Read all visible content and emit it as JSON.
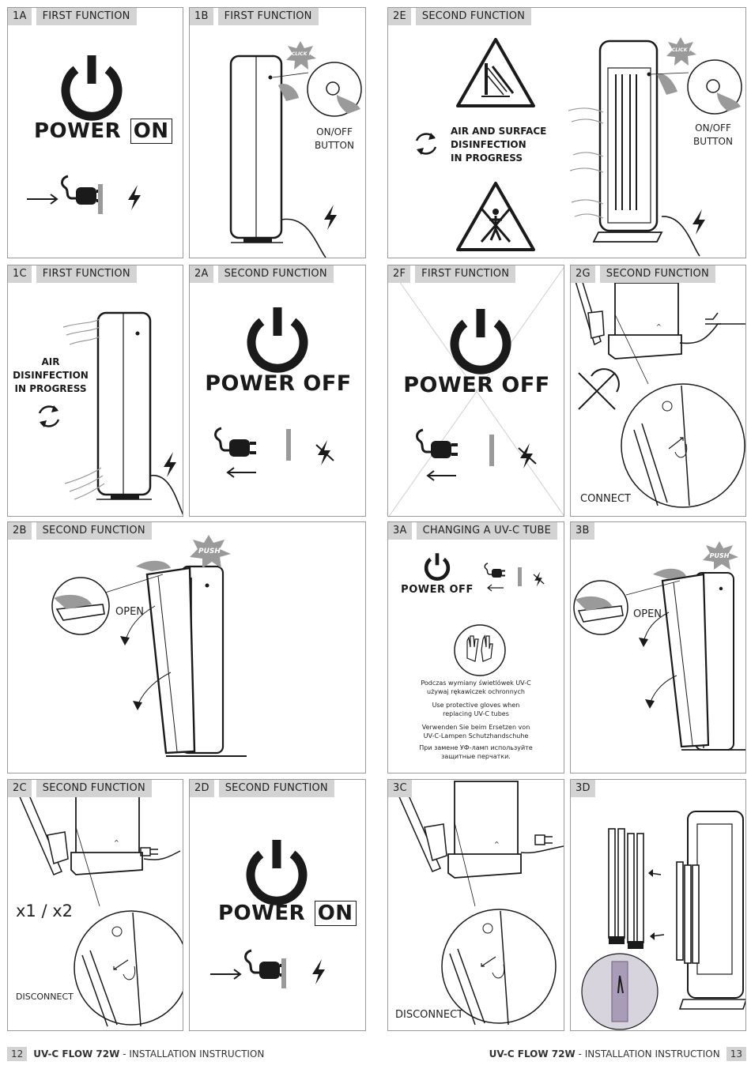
{
  "panels": {
    "p1a": {
      "id": "1A",
      "title": "FIRST FUNCTION",
      "power_word": "POWER",
      "power_state": "ON"
    },
    "p1b": {
      "id": "1B",
      "title": "FIRST FUNCTION",
      "click": "CLICK !",
      "button_label_1": "ON/OFF",
      "button_label_2": "BUTTON"
    },
    "p2e": {
      "id": "2E",
      "title": "SECOND FUNCTION",
      "status_1": "AIR AND SURFACE",
      "status_2": "DISINFECTION",
      "status_3": "IN PROGRESS",
      "click": "CLICK !",
      "button_label_1": "ON/OFF",
      "button_label_2": "BUTTON"
    },
    "p1c": {
      "id": "1C",
      "title": "FIRST FUNCTION",
      "status_1": "AIR",
      "status_2": "DISINFECTION",
      "status_3": "IN PROGRESS"
    },
    "p2a": {
      "id": "2A",
      "title": "SECOND FUNCTION",
      "power_text": "POWER OFF"
    },
    "p2f": {
      "id": "2F",
      "title": "FIRST FUNCTION",
      "power_text": "POWER OFF"
    },
    "p2g": {
      "id": "2G",
      "title": "SECOND FUNCTION",
      "action": "CONNECT"
    },
    "p2b": {
      "id": "2B",
      "title": "SECOND FUNCTION",
      "push": "PUSH",
      "open": "OPEN"
    },
    "p3a": {
      "id": "3A",
      "title": "CHANGING A UV-C TUBE",
      "power_text": "POWER OFF",
      "glove_pl_1": "Podczas wymiany świetlówek UV-C",
      "glove_pl_2": "używaj rękawiczek ochronnych",
      "glove_en_1": "Use protective gloves when",
      "glove_en_2": "replacing UV-C tubes",
      "glove_de_1": "Verwenden Sie beim Ersetzen von",
      "glove_de_2": "UV-C-Lampen Schutzhandschuhe",
      "glove_ru_1": "При замене УФ-ламп используйте",
      "glove_ru_2": "защитные перчатки."
    },
    "p3b": {
      "id": "3B",
      "title": "",
      "push": "PUSH",
      "open": "OPEN"
    },
    "p2c": {
      "id": "2C",
      "title": "SECOND FUNCTION",
      "count": "x1 / x2",
      "action": "DISCONNECT"
    },
    "p2d": {
      "id": "2D",
      "title": "SECOND FUNCTION",
      "power_word": "POWER",
      "power_state": "ON"
    },
    "p3c": {
      "id": "3C",
      "title": "",
      "action": "DISCONNECT"
    },
    "p3d": {
      "id": "3D",
      "title": ""
    }
  },
  "footer": {
    "left_page": "12",
    "left_brand": "UV-C FLOW 72W",
    "left_text": " - INSTALLATION INSTRUCTION",
    "right_brand": "UV-C FLOW 72W",
    "right_text": " - INSTALLATION INSTRUCTION",
    "right_page": "13"
  },
  "colors": {
    "ink": "#1a1a1a",
    "header_bg": "#d3d3d3",
    "border": "#9a9a9a",
    "accent_gray": "#9a9a9a"
  },
  "icons": [
    "power-icon",
    "plug-icon",
    "lightning-icon",
    "cycle-icon",
    "warning-triangle-icon",
    "glove-icon",
    "ground-icon"
  ]
}
